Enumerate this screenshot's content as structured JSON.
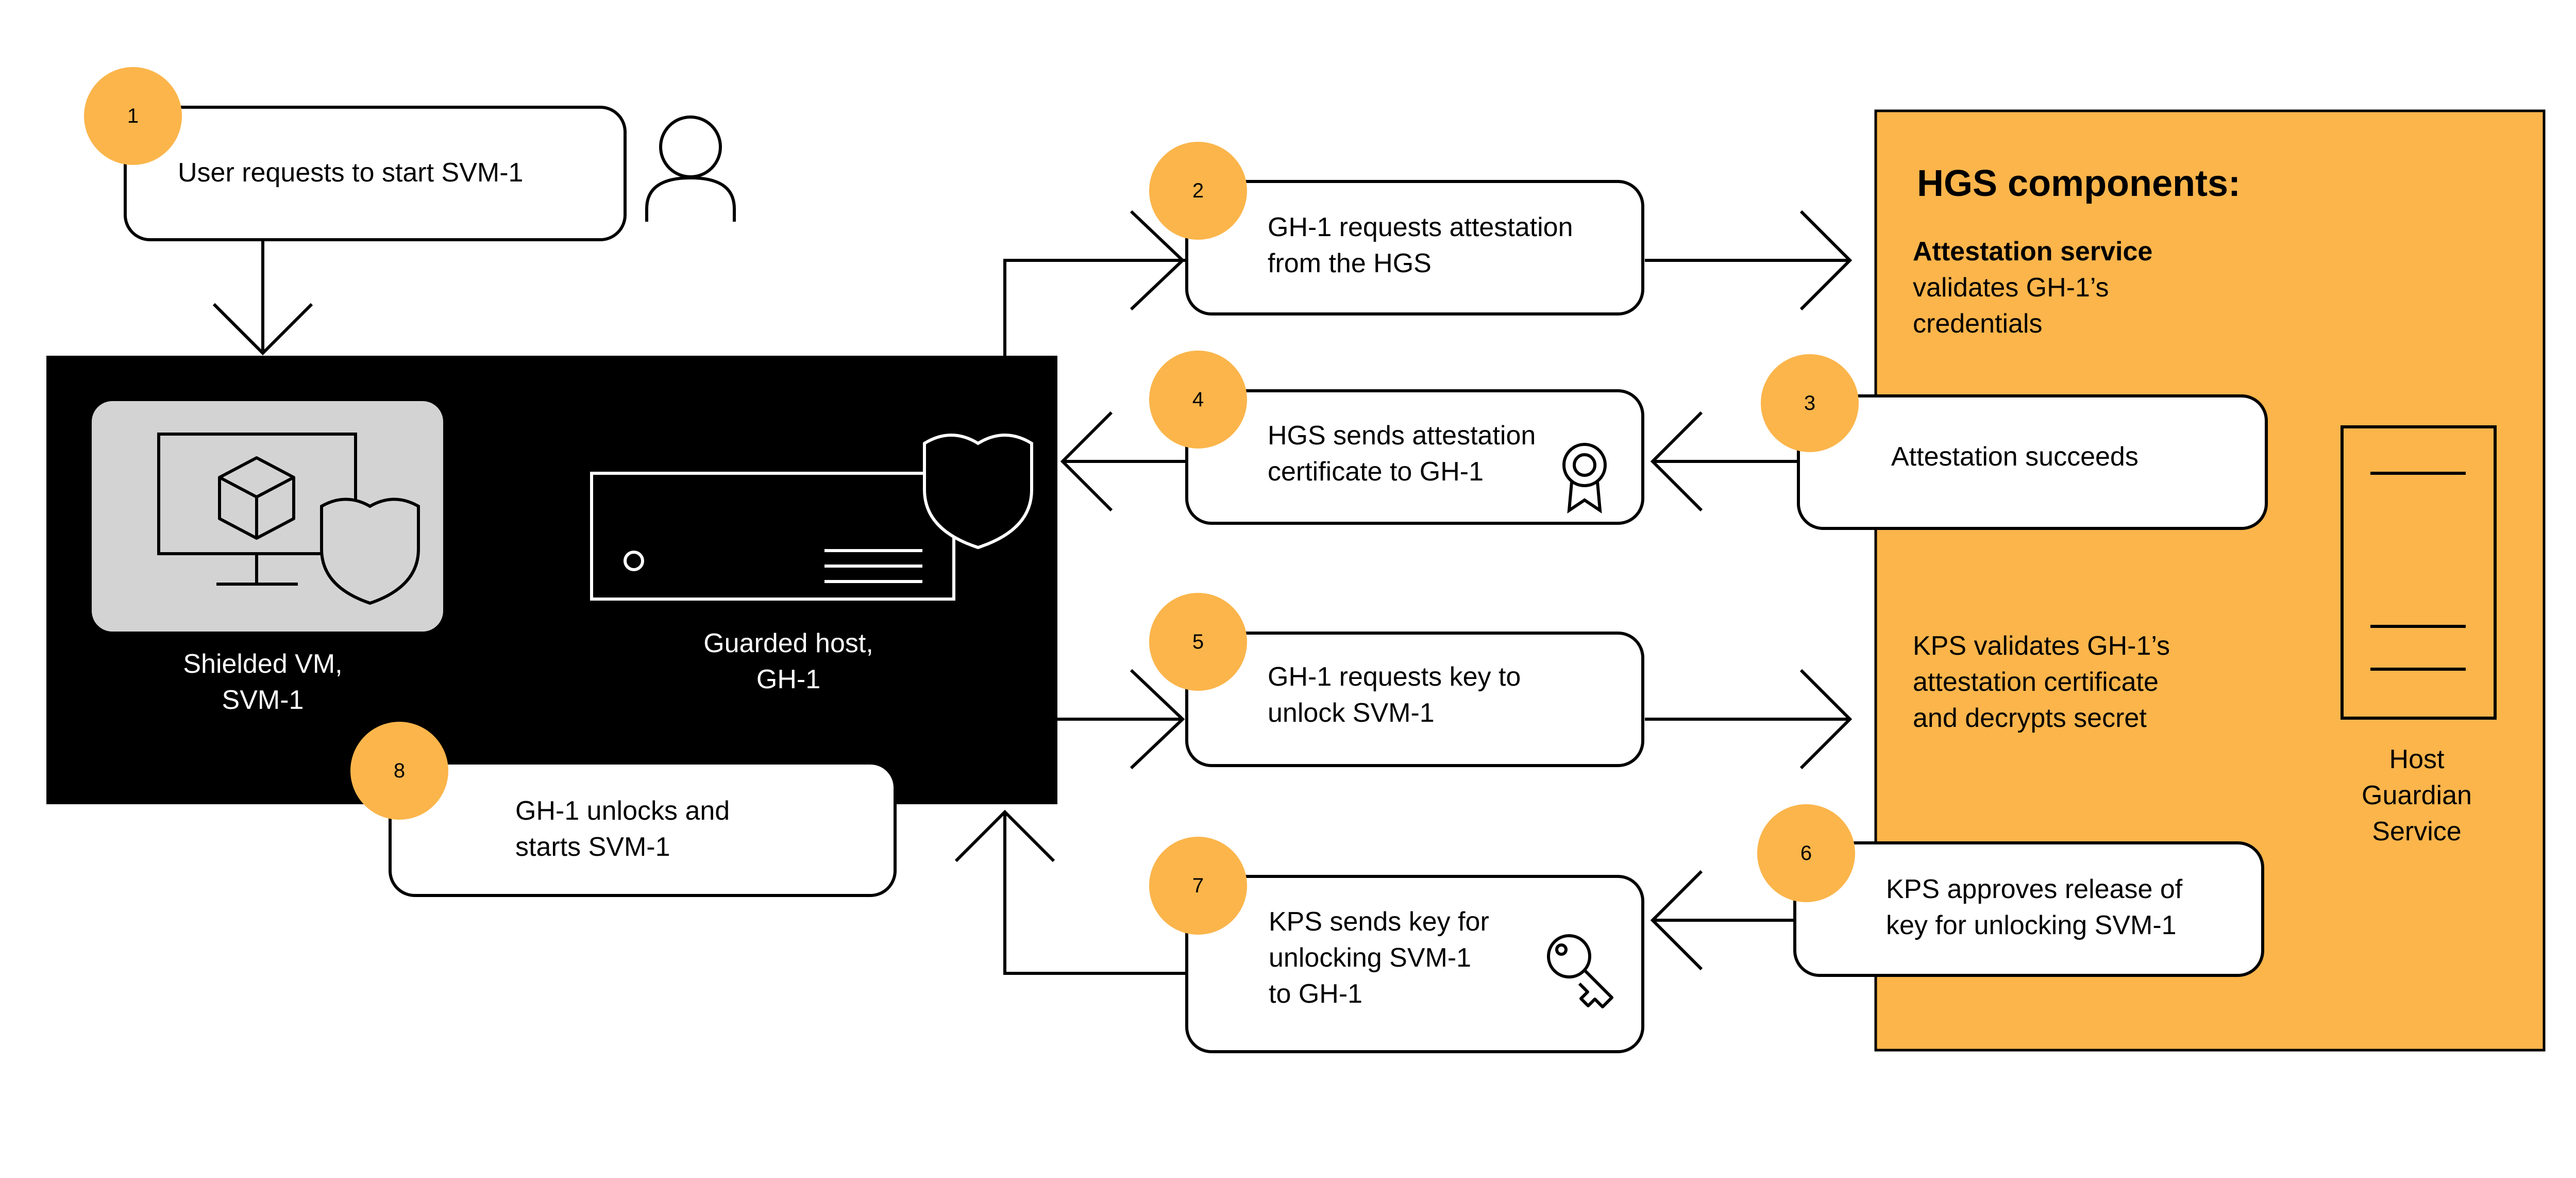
{
  "colors": {
    "accent": "#FBB54B",
    "panel": "#FBB54B",
    "host_bg": "#000000",
    "vm_card": "#D3D3D3"
  },
  "steps": [
    {
      "number": "1",
      "lines": [
        "User requests to start SVM-1"
      ]
    },
    {
      "number": "2",
      "lines": [
        "GH-1 requests attestation",
        "from the HGS"
      ]
    },
    {
      "number": "3",
      "lines": [
        "Attestation succeeds"
      ]
    },
    {
      "number": "4",
      "lines": [
        "HGS sends attestation",
        "certificate to GH-1"
      ]
    },
    {
      "number": "5",
      "lines": [
        "GH-1 requests key to",
        "unlock SVM-1"
      ]
    },
    {
      "number": "6",
      "lines": [
        "KPS approves release of",
        "key for unlocking SVM-1"
      ]
    },
    {
      "number": "7",
      "lines": [
        "KPS sends key for",
        "unlocking SVM-1",
        "to GH-1"
      ]
    },
    {
      "number": "8",
      "lines": [
        "GH-1 unlocks and",
        "starts SVM-1"
      ]
    }
  ],
  "host": {
    "vm_label": [
      "Shielded VM,",
      "SVM-1"
    ],
    "host_label": [
      "Guarded host,",
      "GH-1"
    ]
  },
  "hgs": {
    "title": "HGS components:",
    "attestation_service": "Attestation service",
    "attestation_desc": [
      "validates GH-1’s",
      "credentials"
    ],
    "kps_desc": [
      "KPS validates GH-1’s",
      "attestation certificate",
      "and decrypts secret"
    ],
    "server_label": [
      "Host",
      "Guardian",
      "Service"
    ]
  },
  "icons": [
    "user-icon",
    "monitor-icon",
    "cube-icon",
    "shield-icon",
    "server-icon",
    "certificate-icon",
    "key-icon"
  ]
}
